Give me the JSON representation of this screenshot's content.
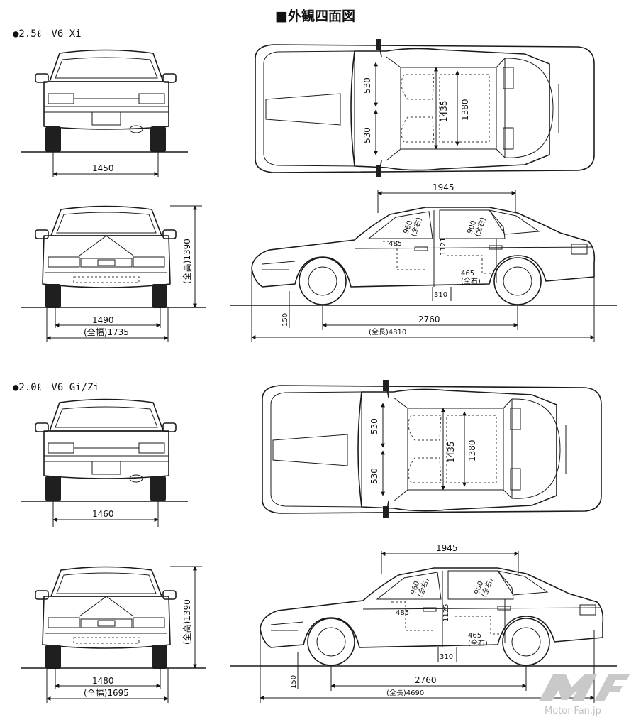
{
  "title": "■外観四面図",
  "variants": [
    {
      "name": "●2.5ℓ　V6 Xi",
      "rear_track": "1450",
      "front_track": "1490",
      "width": "(全幅)1735",
      "height": "(全高)1390",
      "seat_width_left": "530",
      "seat_width_right": "530",
      "interior_width_front": "1435",
      "interior_width_rear": "1380",
      "cabin_length": "1945",
      "front_headroom": "960\n(全右)",
      "rear_headroom": "900\n(全右)",
      "seat_height": "485",
      "interior_height": "1121",
      "rear_seat_height": "465\n(全右)",
      "knee_room": "310",
      "ground_clearance": "150",
      "wheelbase": "2760",
      "length": "(全長)4810"
    },
    {
      "name": "●2.0ℓ　V6 Gi/Zi",
      "rear_track": "1460",
      "front_track": "1480",
      "width": "(全幅)1695",
      "height": "(全高)1390",
      "seat_width_left": "530",
      "seat_width_right": "530",
      "interior_width_front": "1435",
      "interior_width_rear": "1380",
      "cabin_length": "1945",
      "front_headroom": "960\n(全右)",
      "rear_headroom": "900\n(全右)",
      "seat_height": "485",
      "interior_height": "1125",
      "rear_seat_height": "465\n(全右)",
      "knee_room": "310",
      "ground_clearance": "150",
      "wheelbase": "2760",
      "length": "(全長)4690"
    }
  ],
  "watermark": "Motor-Fan.jp",
  "logo_text": "MF"
}
